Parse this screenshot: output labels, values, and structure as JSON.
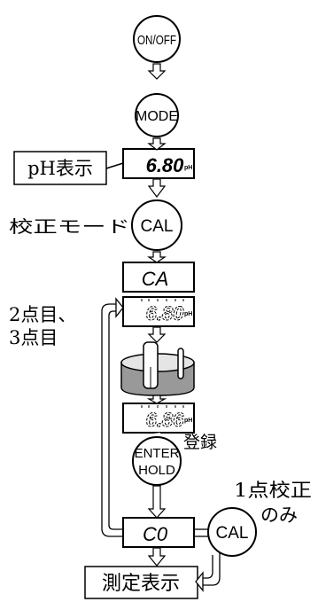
{
  "buttons": {
    "on_off": "ON/OFF",
    "mode": "MODE",
    "cal": "CAL",
    "enter_line1": "ENTER",
    "enter_line2": "HOLD",
    "cal_one_point": "CAL"
  },
  "displays": {
    "ph_value": "6.80",
    "ph_unit": "pH",
    "cal_message": "CA",
    "ph_value_blink": "6.80",
    "ph_buffer_value": "6.86",
    "end_message": "C0"
  },
  "labels": {
    "ph_display": "pH表示",
    "cal_mode": "校正モード",
    "points_line1": "2点目、",
    "points_line2": "3点目",
    "register": "登録",
    "one_point_line1": "1点校正",
    "one_point_line2": "のみ",
    "measure_display": "測定表示"
  }
}
